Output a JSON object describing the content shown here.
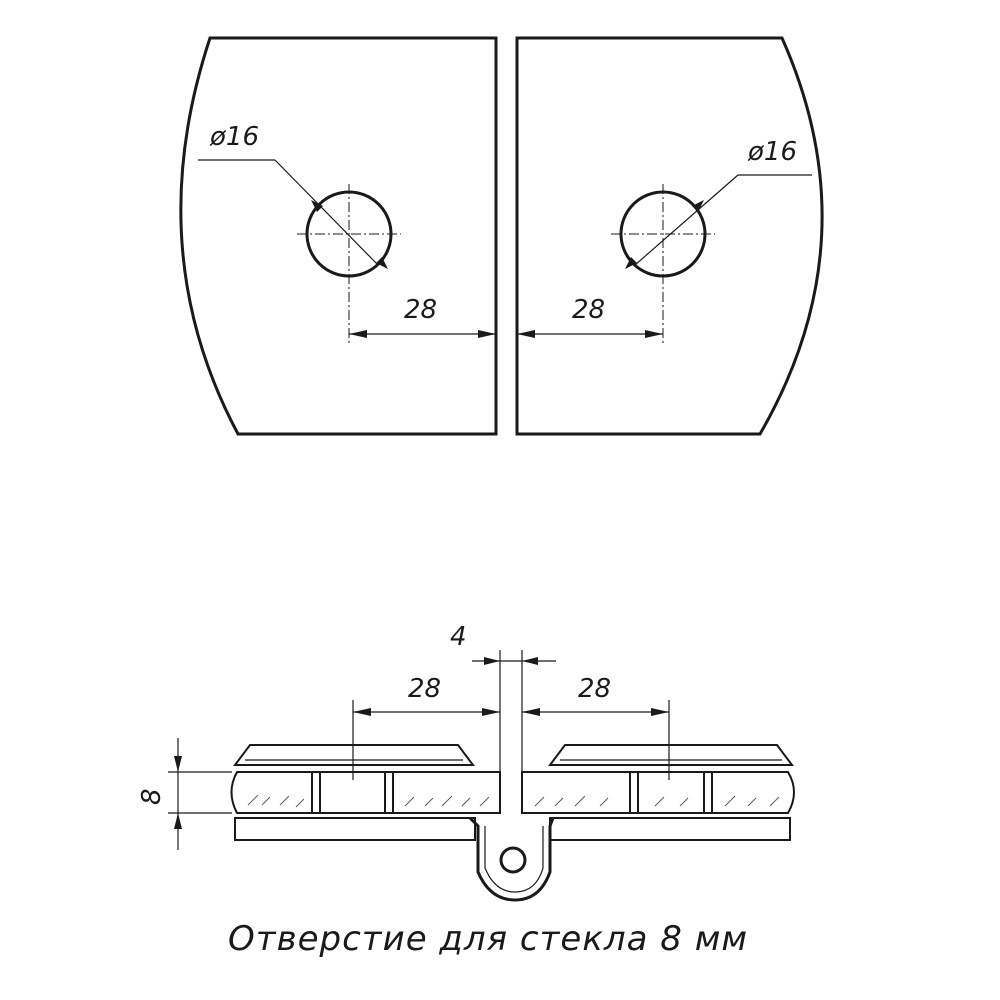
{
  "top_view": {
    "left_hole_diameter": "ø16",
    "right_hole_diameter": "ø16",
    "left_offset": "28",
    "right_offset": "28"
  },
  "side_view": {
    "gap": "4",
    "left_offset": "28",
    "right_offset": "28",
    "glass_thickness": "8"
  },
  "caption": "Отверстие для стекла 8 мм"
}
